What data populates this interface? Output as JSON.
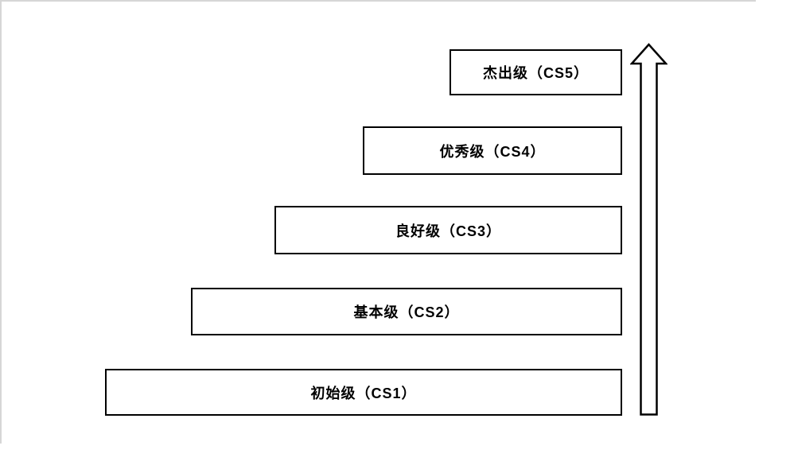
{
  "diagram": {
    "levels": [
      {
        "label": "杰出级（CS5）"
      },
      {
        "label": "优秀级（CS4）"
      },
      {
        "label": "良好级（CS3）"
      },
      {
        "label": "基本级（CS2）"
      },
      {
        "label": "初始级（CS1）"
      }
    ],
    "arrow_icon": "up-arrow",
    "colors": {
      "box_border": "#000000",
      "box_fill": "#ffffff",
      "text": "#000000",
      "page_edge": "#d6d6d6",
      "background": "#ffffff"
    }
  }
}
